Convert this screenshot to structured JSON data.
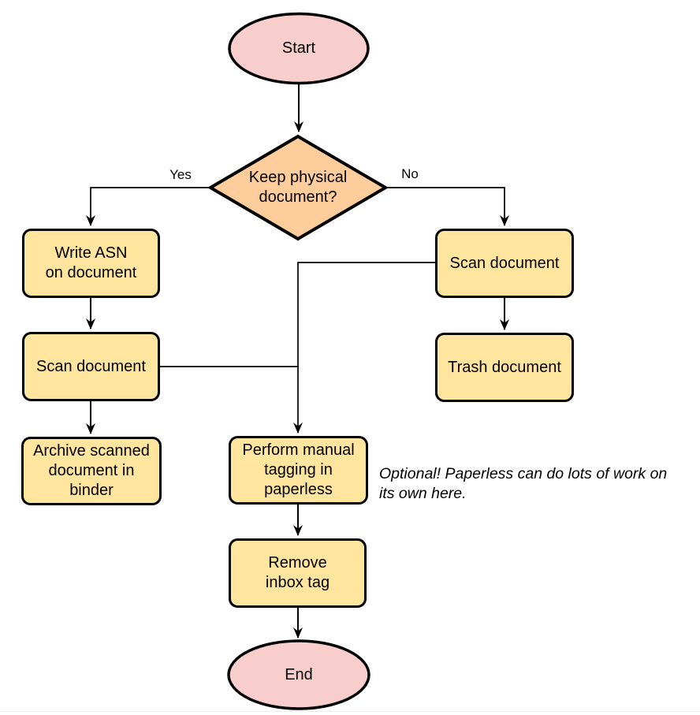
{
  "colors": {
    "terminal_fill": "#f8cecc",
    "decision_fill": "#ffcd9b",
    "process_fill": "#ffe59e",
    "stroke": "#000000"
  },
  "nodes": {
    "start": {
      "label": "Start"
    },
    "decision": {
      "label": "Keep physical\ndocument?"
    },
    "write_asn": {
      "label": "Write ASN\non document"
    },
    "scan_left": {
      "label": "Scan document"
    },
    "archive": {
      "label": "Archive scanned\ndocument in\nbinder"
    },
    "scan_right": {
      "label": "Scan document"
    },
    "trash": {
      "label": "Trash document"
    },
    "tagging": {
      "label": "Perform manual\ntagging in\npaperless"
    },
    "remove_inbox": {
      "label": "Remove\ninbox tag"
    },
    "end": {
      "label": "End"
    }
  },
  "edge_labels": {
    "yes": "Yes",
    "no": "No"
  },
  "annotation": {
    "text": "Optional! Paperless can do lots of work on\nits own here."
  }
}
